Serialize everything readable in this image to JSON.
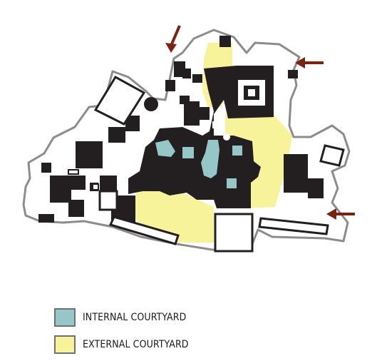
{
  "legend": {
    "items": [
      {
        "label": "INTERNAL COURTYARD",
        "color": "#95c7c9"
      },
      {
        "label": "EXTERNAL COURTYARD",
        "color": "#f7f39b"
      }
    ]
  },
  "colors": {
    "building": "#231f20",
    "outline": "#8c8c8c",
    "ground": "#ffffff",
    "arrow": "#7a2312",
    "internal_courtyard": "#95c7c9",
    "external_courtyard": "#f7f39b"
  },
  "entrances": [
    {
      "name": "north-entrance-arrow",
      "icon": "arrow-down-left-icon"
    },
    {
      "name": "east-entrance-arrow",
      "icon": "arrow-left-icon"
    },
    {
      "name": "southeast-entrance-arrow",
      "icon": "arrow-left-icon"
    }
  ]
}
